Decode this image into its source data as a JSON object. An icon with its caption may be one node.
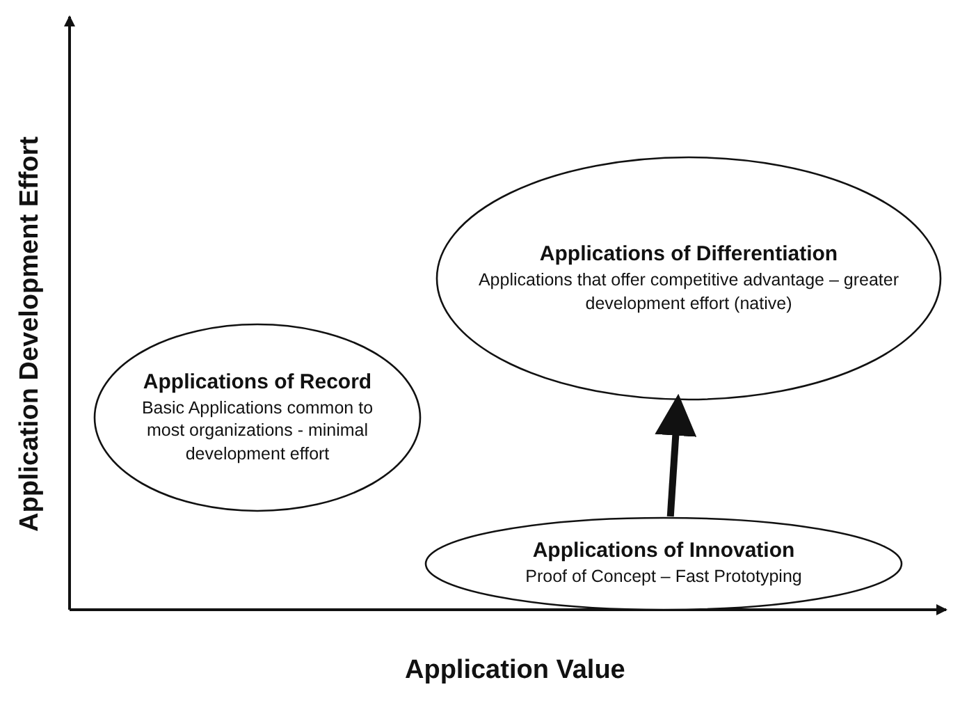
{
  "diagram": {
    "nodes": [
      {
        "text": [
          "Applications of Record",
          "Basic Applications common to most organizations - minimal development effort"
        ]
      },
      {
        "text": [
          "Applications of Differentiation",
          "Applications that offer competitive advantage – greater development effort (native)"
        ]
      },
      {
        "text": [
          "Applications of Innovation",
          "Proof of Concept – Fast Prototyping"
        ]
      }
    ],
    "edges": [
      {
        "from": 2,
        "to": 1,
        "arrow": "to"
      }
    ],
    "labels": [
      "Application Development Effort",
      "Application Value"
    ]
  }
}
